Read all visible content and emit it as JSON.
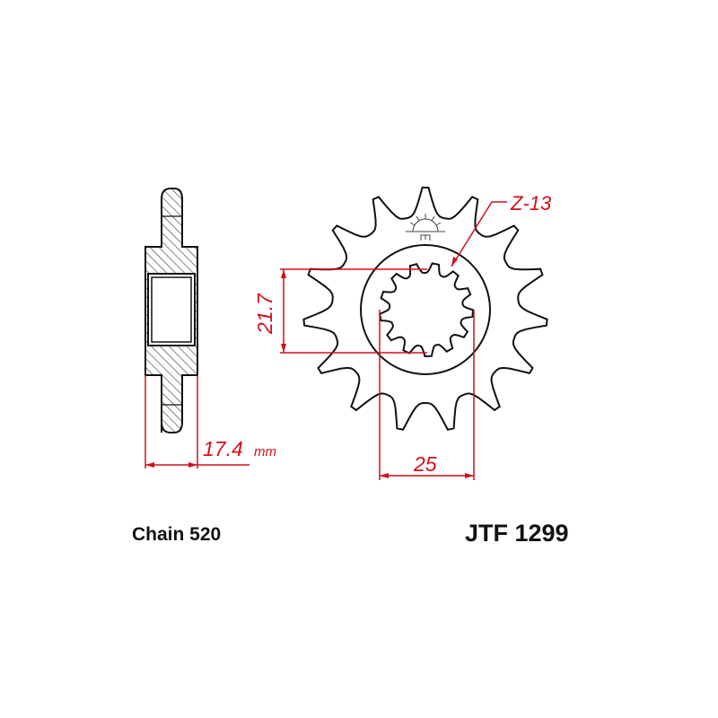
{
  "colors": {
    "outline": "#111111",
    "dimension": "#d0101a",
    "hatch": "#333333"
  },
  "dimensions": {
    "width": "17.4",
    "width_unit": "mm",
    "spline_inner_diameter": "21.7",
    "spline_outer_diameter": "25",
    "spline_count": "Z-13"
  },
  "labels": {
    "chain": "Chain 520",
    "part_number": "JTF 1299"
  },
  "sprocket": {
    "teeth": 15,
    "splines": 13
  }
}
